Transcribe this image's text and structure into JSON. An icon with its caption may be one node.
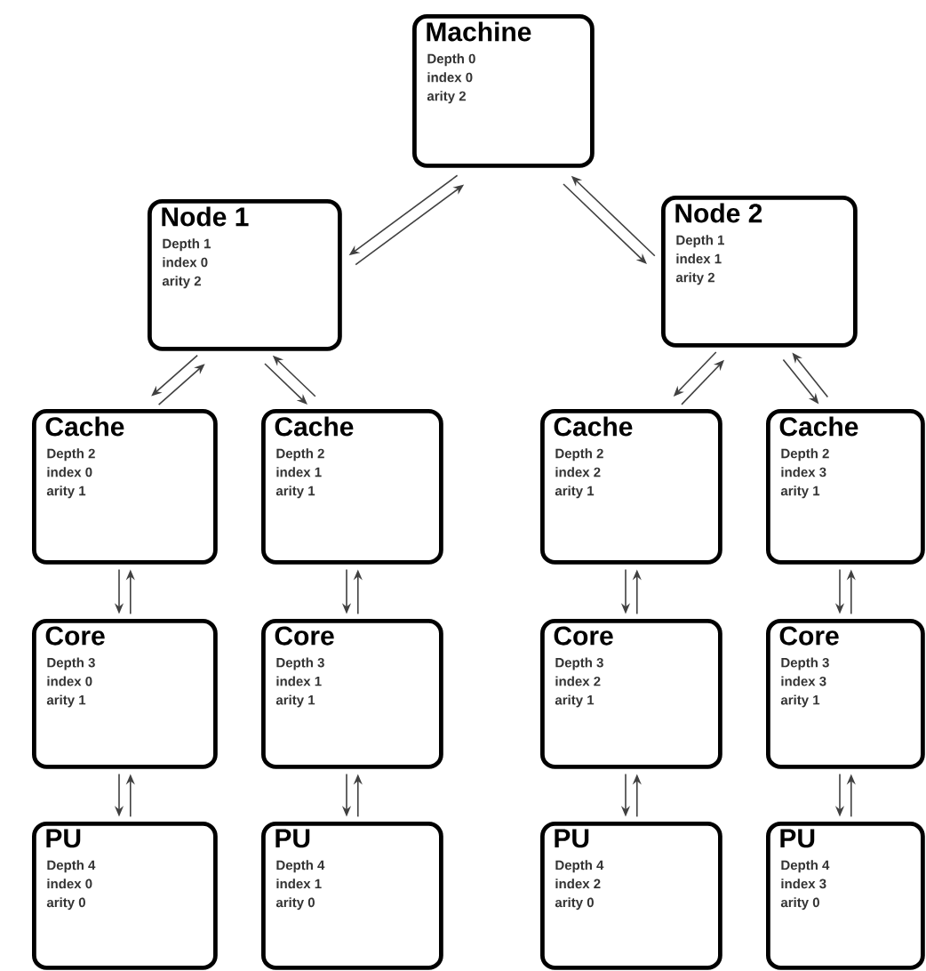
{
  "diagram": {
    "nodes": [
      {
        "text": [
          "Machine",
          "Depth 0",
          "index 0",
          "arity 2"
        ]
      },
      {
        "text": [
          "Node 1",
          "Depth 1",
          "index 0",
          "arity 2"
        ]
      },
      {
        "text": [
          "Node 2",
          "Depth 1",
          "index 1",
          "arity 2"
        ]
      },
      {
        "text": [
          "Cache",
          "Depth 2",
          "index 0",
          "arity 1"
        ]
      },
      {
        "text": [
          "Cache",
          "Depth 2",
          "index 1",
          "arity 1"
        ]
      },
      {
        "text": [
          "Cache",
          "Depth 2",
          "index 2",
          "arity 1"
        ]
      },
      {
        "text": [
          "Cache",
          "Depth 2",
          "index 3",
          "arity 1"
        ]
      },
      {
        "text": [
          "Core",
          "Depth 3",
          "index 0",
          "arity 1"
        ]
      },
      {
        "text": [
          "Core",
          "Depth 3",
          "index 1",
          "arity 1"
        ]
      },
      {
        "text": [
          "Core",
          "Depth 3",
          "index 2",
          "arity 1"
        ]
      },
      {
        "text": [
          "Core",
          "Depth 3",
          "index 3",
          "arity 1"
        ]
      },
      {
        "text": [
          "PU",
          "Depth 4",
          "index 0",
          "arity 0"
        ]
      },
      {
        "text": [
          "PU",
          "Depth 4",
          "index 1",
          "arity 0"
        ]
      },
      {
        "text": [
          "PU",
          "Depth 4",
          "index 2",
          "arity 0"
        ]
      },
      {
        "text": [
          "PU",
          "Depth 4",
          "index 3",
          "arity 0"
        ]
      }
    ],
    "edges": [
      {
        "from": 0,
        "to": 1,
        "arrow": "to"
      },
      {
        "from": 1,
        "to": 0,
        "arrow": "to"
      },
      {
        "from": 0,
        "to": 2,
        "arrow": "to"
      },
      {
        "from": 2,
        "to": 0,
        "arrow": "to"
      },
      {
        "from": 1,
        "to": 3,
        "arrow": "to"
      },
      {
        "from": 3,
        "to": 1,
        "arrow": "to"
      },
      {
        "from": 1,
        "to": 4,
        "arrow": "to"
      },
      {
        "from": 4,
        "to": 1,
        "arrow": "to"
      },
      {
        "from": 2,
        "to": 5,
        "arrow": "to"
      },
      {
        "from": 5,
        "to": 2,
        "arrow": "to"
      },
      {
        "from": 2,
        "to": 6,
        "arrow": "to"
      },
      {
        "from": 6,
        "to": 2,
        "arrow": "to"
      },
      {
        "from": 3,
        "to": 7,
        "arrow": "to"
      },
      {
        "from": 7,
        "to": 3,
        "arrow": "to"
      },
      {
        "from": 4,
        "to": 8,
        "arrow": "to"
      },
      {
        "from": 8,
        "to": 4,
        "arrow": "to"
      },
      {
        "from": 5,
        "to": 9,
        "arrow": "to"
      },
      {
        "from": 9,
        "to": 5,
        "arrow": "to"
      },
      {
        "from": 6,
        "to": 10,
        "arrow": "to"
      },
      {
        "from": 10,
        "to": 6,
        "arrow": "to"
      },
      {
        "from": 7,
        "to": 11,
        "arrow": "to"
      },
      {
        "from": 11,
        "to": 7,
        "arrow": "to"
      },
      {
        "from": 8,
        "to": 12,
        "arrow": "to"
      },
      {
        "from": 12,
        "to": 8,
        "arrow": "to"
      },
      {
        "from": 9,
        "to": 13,
        "arrow": "to"
      },
      {
        "from": 13,
        "to": 9,
        "arrow": "to"
      },
      {
        "from": 10,
        "to": 14,
        "arrow": "to"
      },
      {
        "from": 14,
        "to": 10,
        "arrow": "to"
      }
    ]
  }
}
